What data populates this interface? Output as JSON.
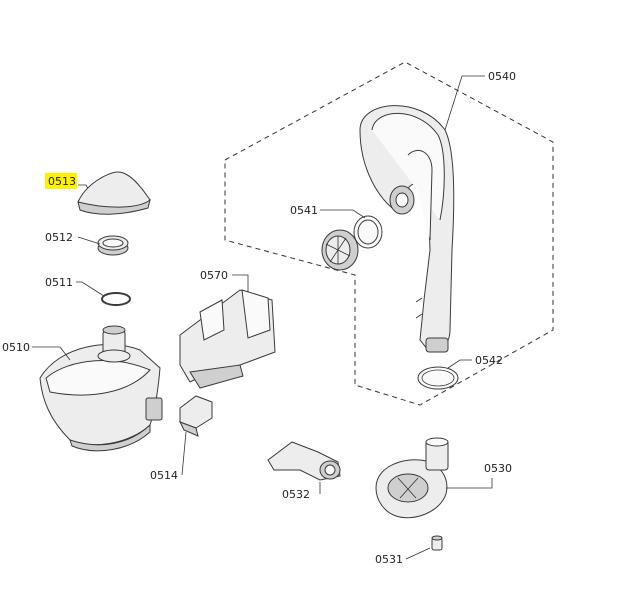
{
  "highlight_color": "#fff200",
  "labels": {
    "p0540": "0540",
    "p0541": "0541",
    "p0542": "0542",
    "p0513": "0513",
    "p0512": "0512",
    "p0511": "0511",
    "p0510": "0510",
    "p0570": "0570",
    "p0514": "0514",
    "p0532": "0532",
    "p0530": "0530",
    "p0531": "0531"
  },
  "highlighted_part": "0513"
}
